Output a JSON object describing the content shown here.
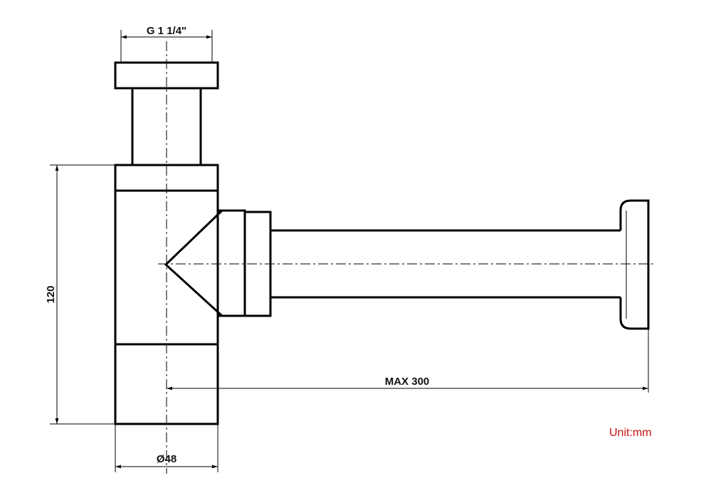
{
  "dimensions": {
    "thread": "G 1 1/4\"",
    "height": "120",
    "diameter": "Ø48",
    "outlet_length": "MAX 300"
  },
  "unit_label": "Unit:mm",
  "colors": {
    "lines": "#000000",
    "unit_label": "#cc1111"
  }
}
